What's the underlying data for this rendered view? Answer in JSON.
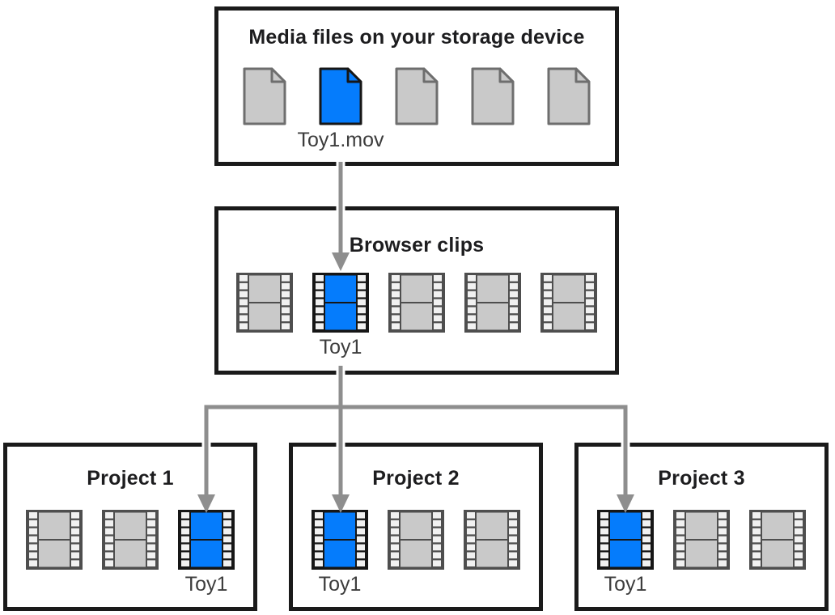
{
  "storage_box": {
    "title": "Media files on your storage device",
    "files": [
      {
        "highlighted": false
      },
      {
        "highlighted": true,
        "label": "Toy1.mov"
      },
      {
        "highlighted": false
      },
      {
        "highlighted": false
      },
      {
        "highlighted": false
      }
    ]
  },
  "browser_box": {
    "title": "Browser clips",
    "clips": [
      {
        "highlighted": false
      },
      {
        "highlighted": true,
        "label": "Toy1"
      },
      {
        "highlighted": false
      },
      {
        "highlighted": false
      },
      {
        "highlighted": false
      }
    ]
  },
  "projects": [
    {
      "title": "Project 1",
      "clips": [
        {
          "highlighted": false
        },
        {
          "highlighted": false
        },
        {
          "highlighted": true,
          "label": "Toy1"
        }
      ]
    },
    {
      "title": "Project 2",
      "clips": [
        {
          "highlighted": true,
          "label": "Toy1"
        },
        {
          "highlighted": false
        },
        {
          "highlighted": false
        }
      ]
    },
    {
      "title": "Project 3",
      "clips": [
        {
          "highlighted": true,
          "label": "Toy1"
        },
        {
          "highlighted": false
        },
        {
          "highlighted": false
        }
      ]
    }
  ],
  "colors": {
    "highlight_blue": "#057CFC",
    "file_gray": "#C9C9C9",
    "file_gray_border": "#6E6E6E",
    "clip_strip_gray": "#4E4E4E",
    "clip_strip_black": "#161616",
    "hole_white": "#F1F1F1",
    "box_border": "#1A1A1A",
    "arrow_gray": "#8E8E8E",
    "title_text": "#1D1D1F",
    "label_text": "#3D3D3D"
  }
}
